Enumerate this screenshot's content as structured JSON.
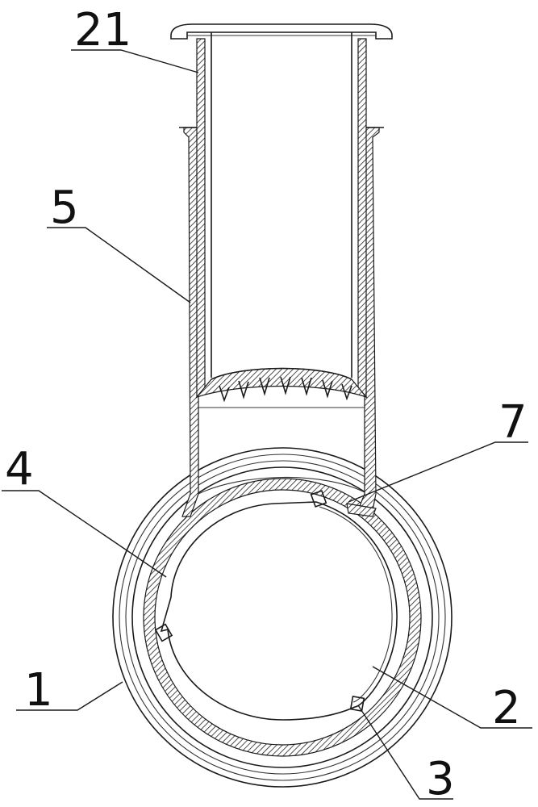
{
  "labels": {
    "part_21": "21",
    "part_5": "5",
    "part_4": "4",
    "part_7": "7",
    "part_1": "1",
    "part_2": "2",
    "part_3": "3"
  }
}
